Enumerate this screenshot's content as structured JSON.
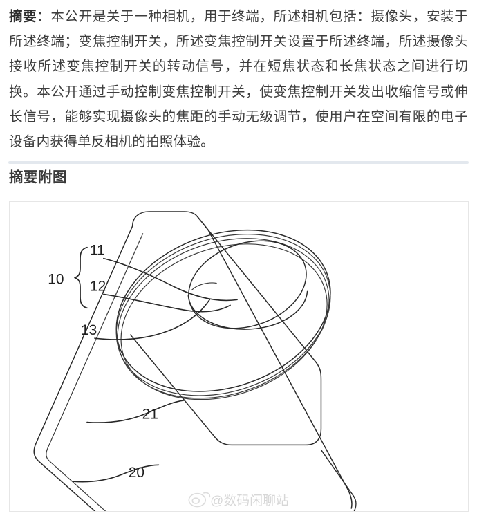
{
  "document": {
    "abstract": {
      "label": "摘要",
      "separator": "：",
      "body": "本公开是关于一种相机，用于终端，所述相机包括：摄像头，安装于所述终端；变焦控制开关，所述变焦控制开关设置于所述终端，所述摄像头接收所述变焦控制开关的转动信号，并在短焦状态和长焦状态之间进行切换。本公开通过手动控制变焦控制开关，使变焦控制开关发出收缩信号或伸长信号，能够实现摄像头的焦距的手动无级调节，使用户在空间有限的电子设备内获得单反相机的拍照体验。"
    },
    "figure_section": {
      "heading": "摘要附图",
      "figure": {
        "description": "手机背面立体示意图，含圆形摄像头模组",
        "callouts": [
          {
            "id": "group-10",
            "label": "10",
            "role": "camera-module-group"
          },
          {
            "id": "part-11",
            "label": "11",
            "role": "lens-outer-ring"
          },
          {
            "id": "part-12",
            "label": "12",
            "role": "lens-inner-barrel"
          },
          {
            "id": "part-13",
            "label": "13",
            "role": "module-base"
          },
          {
            "id": "part-20",
            "label": "20",
            "role": "terminal-body"
          },
          {
            "id": "part-21",
            "label": "21",
            "role": "side-frame"
          }
        ],
        "watermark": {
          "handle": "@数码闲聊站",
          "platform_icon": "weibo-icon"
        }
      }
    }
  },
  "colors": {
    "text": "#3d3d3d",
    "heading": "#3a3a3a",
    "divider": "#e3e8ee",
    "frame_border": "#e6e6e6",
    "line_art": "#2b2b2b",
    "watermark": "#c9c9c9",
    "background": "#ffffff"
  }
}
